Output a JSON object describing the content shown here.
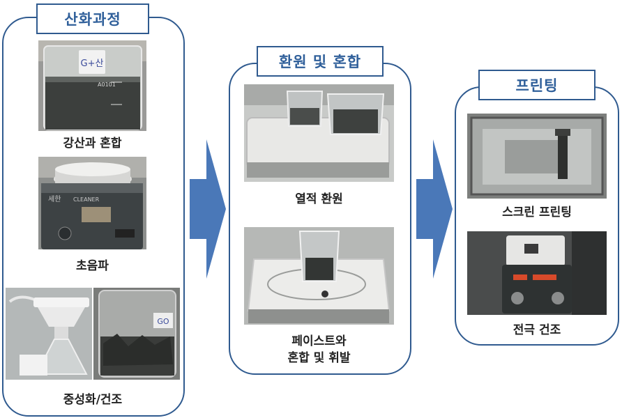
{
  "colors": {
    "panel_border": "#2f5a8f",
    "title_text": "#2f5f9a",
    "arrow": "#4a78b8",
    "caption_text": "#222222"
  },
  "stages": [
    {
      "title": "산화과정",
      "steps": [
        {
          "caption": "강산과 혼합",
          "photo_label": "G+산",
          "icon": "beaker-photo"
        },
        {
          "caption": "초음파",
          "icon": "ultrasonic-cleaner-photo"
        },
        {
          "caption": "중성화/건조",
          "photo_label": "GO",
          "icon": "filtration-photo"
        }
      ]
    },
    {
      "title": "환원 및 혼합",
      "steps": [
        {
          "caption": "열적 환원",
          "icon": "hotplate-beakers-photo"
        },
        {
          "caption_lines": [
            "페이스트와",
            "혼합 및 휘발"
          ],
          "icon": "stirring-plate-photo"
        }
      ]
    },
    {
      "title": "프린팅",
      "steps": [
        {
          "caption": "스크린 프린팅",
          "icon": "screen-printer-photo"
        },
        {
          "caption": "전극 건조",
          "icon": "hotplate-dryer-photo"
        }
      ]
    }
  ],
  "arrows": [
    {
      "icon": "right-arrow-icon"
    },
    {
      "icon": "right-arrow-icon"
    }
  ]
}
